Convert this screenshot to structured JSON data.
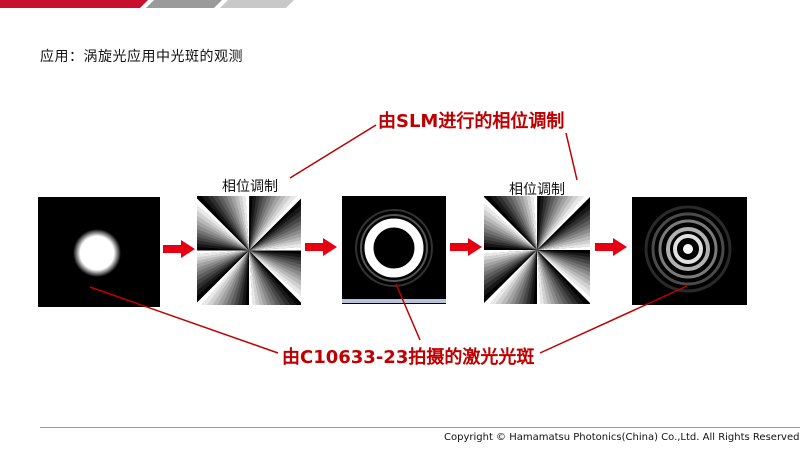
{
  "slide": {
    "title": "应用：涡旋光应用中光斑的观测",
    "annotation_top": "由SLM进行的相位调制",
    "annotation_bottom": "由C10633-23拍摄的激光光斑",
    "phase_label_1": "相位调制",
    "phase_label_2": "相位调制",
    "footer": "Copyright © Hamamatsu Photonics(China) Co.,Ltd. All Rights Reserved."
  },
  "colors": {
    "accent_red": "#c00000",
    "arrow_red": "#e60012",
    "bar_red": "#c8102e",
    "bar_grey": "#9a9a9a",
    "bar_light": "#c8c8c8"
  }
}
